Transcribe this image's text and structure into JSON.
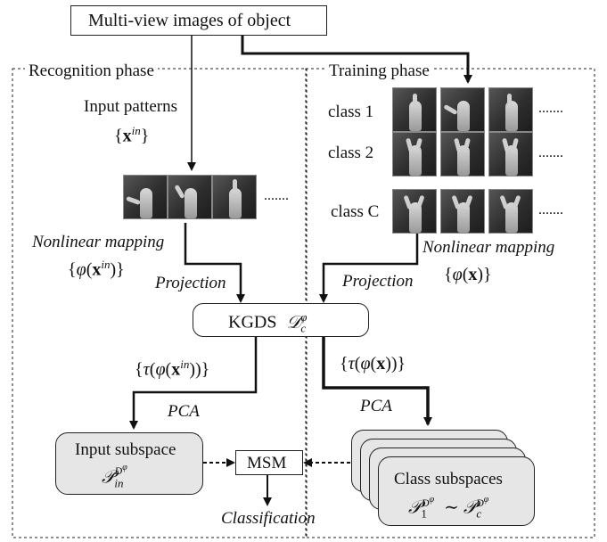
{
  "top_box": {
    "label": "Multi-view images of object"
  },
  "recognition": {
    "title": "Recognition phase",
    "input_patterns": "Input patterns",
    "input_set": "{x^{in}}",
    "nonlinear_mapping": "Nonlinear mapping",
    "phi_in": "{φ(x^{in})}",
    "projection": "Projection",
    "tau_in": "{τ(φ(x^{in}))}",
    "pca": "PCA",
    "input_subspace": "Input subspace",
    "input_subspace_sym": "P_{in}^{D^φ}",
    "classification": "Classification"
  },
  "training": {
    "title": "Training phase",
    "class_labels": [
      "class 1",
      "class 2",
      "class C"
    ],
    "nonlinear_mapping": "Nonlinear mapping",
    "phi": "{φ(x)}",
    "projection": "Projection",
    "tau": "{τ(φ(x))}",
    "pca": "PCA",
    "class_subspaces": "Class subspaces",
    "class_subspaces_sym": "P_1^{D^φ} ∼ P_c^{D^φ}"
  },
  "kgds": {
    "label": "KGDS",
    "symbol": "D_c^φ"
  },
  "msm": {
    "label": "MSM"
  },
  "ellipsis": "......."
}
